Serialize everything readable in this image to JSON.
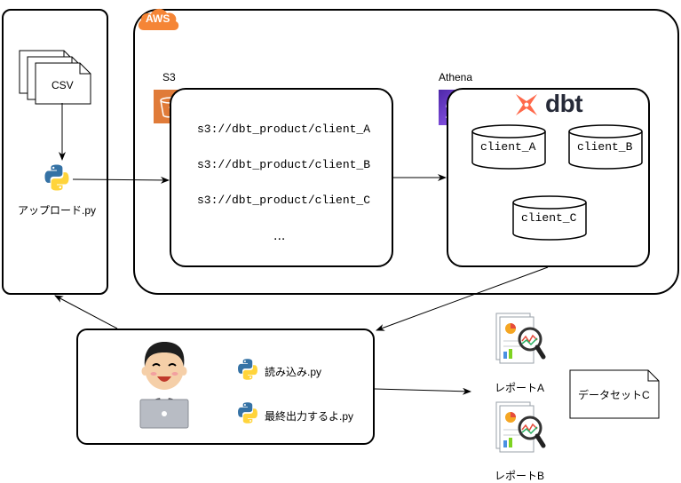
{
  "aws": {
    "badge": "AWS"
  },
  "csv": {
    "label": "CSV"
  },
  "upload": {
    "label": "アップロード.py"
  },
  "s3": {
    "label": "S3",
    "paths": [
      "s3://dbt_product/client_A",
      "s3://dbt_product/client_B",
      "s3://dbt_product/client_C"
    ],
    "more": "..."
  },
  "athena": {
    "label": "Athena"
  },
  "dbt": {
    "logo_text": "dbt",
    "tables": [
      "client_A",
      "client_B",
      "client_C"
    ]
  },
  "local": {
    "scripts": [
      "読み込み.py",
      "最終出力するよ.py"
    ]
  },
  "reports": [
    "レポートA",
    "レポートB"
  ],
  "dataset": {
    "label": "データセットC"
  },
  "colors": {
    "aws": "#f58536",
    "s3": "#e07b39",
    "athena": "#8c4fff",
    "dbt": "#ff694b",
    "python_blue": "#3572a5",
    "python_yellow": "#ffd43b"
  }
}
